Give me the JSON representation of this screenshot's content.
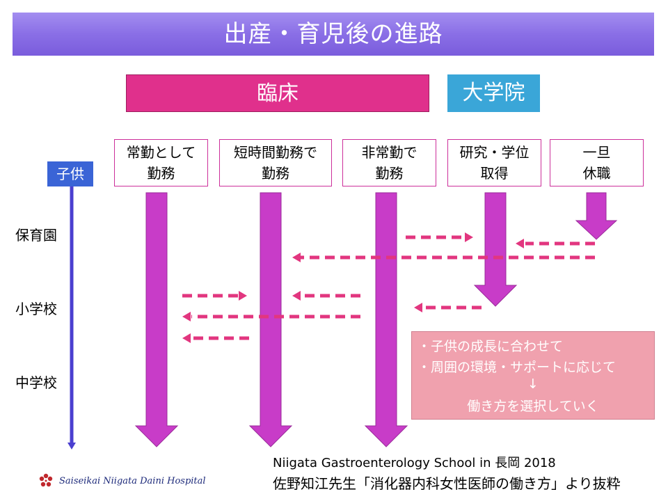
{
  "title": "出産・育児後の進路",
  "categories": {
    "clinical": "臨床",
    "graduate_school": "大学院"
  },
  "paths": [
    {
      "id": "fulltime",
      "label": "常勤として\n勤務"
    },
    {
      "id": "shorthours",
      "label": "短時間勤務で\n勤務"
    },
    {
      "id": "parttime",
      "label": "非常勤で\n勤務"
    },
    {
      "id": "research",
      "label": "研究・学位\n取得"
    },
    {
      "id": "leave",
      "label": "一旦\n休職"
    }
  ],
  "child_label": "子供",
  "stages": [
    "保育園",
    "小学校",
    "中学校"
  ],
  "note": {
    "line1": "・子供の成長に合わせて",
    "line2": "・周囲の環境・サポートに応じて",
    "arrow": "↓",
    "line3": "働き方を選択していく"
  },
  "source": {
    "line1": "Niigata Gastroenterology School in 長岡 2018",
    "line2": "佐野知江先生「消化器内科女性医師の働き方」より抜粋"
  },
  "logo_text": "Saiseikai Niigata Daini Hospital",
  "colors": {
    "title_bg": "#8a6fe6",
    "clinical": "#e0308c",
    "graduate": "#3aa6d8",
    "arrow": "#c83cc8",
    "dashed": "#e2367f",
    "child": "#3a64d6",
    "note_bg": "#f0a1ae"
  }
}
